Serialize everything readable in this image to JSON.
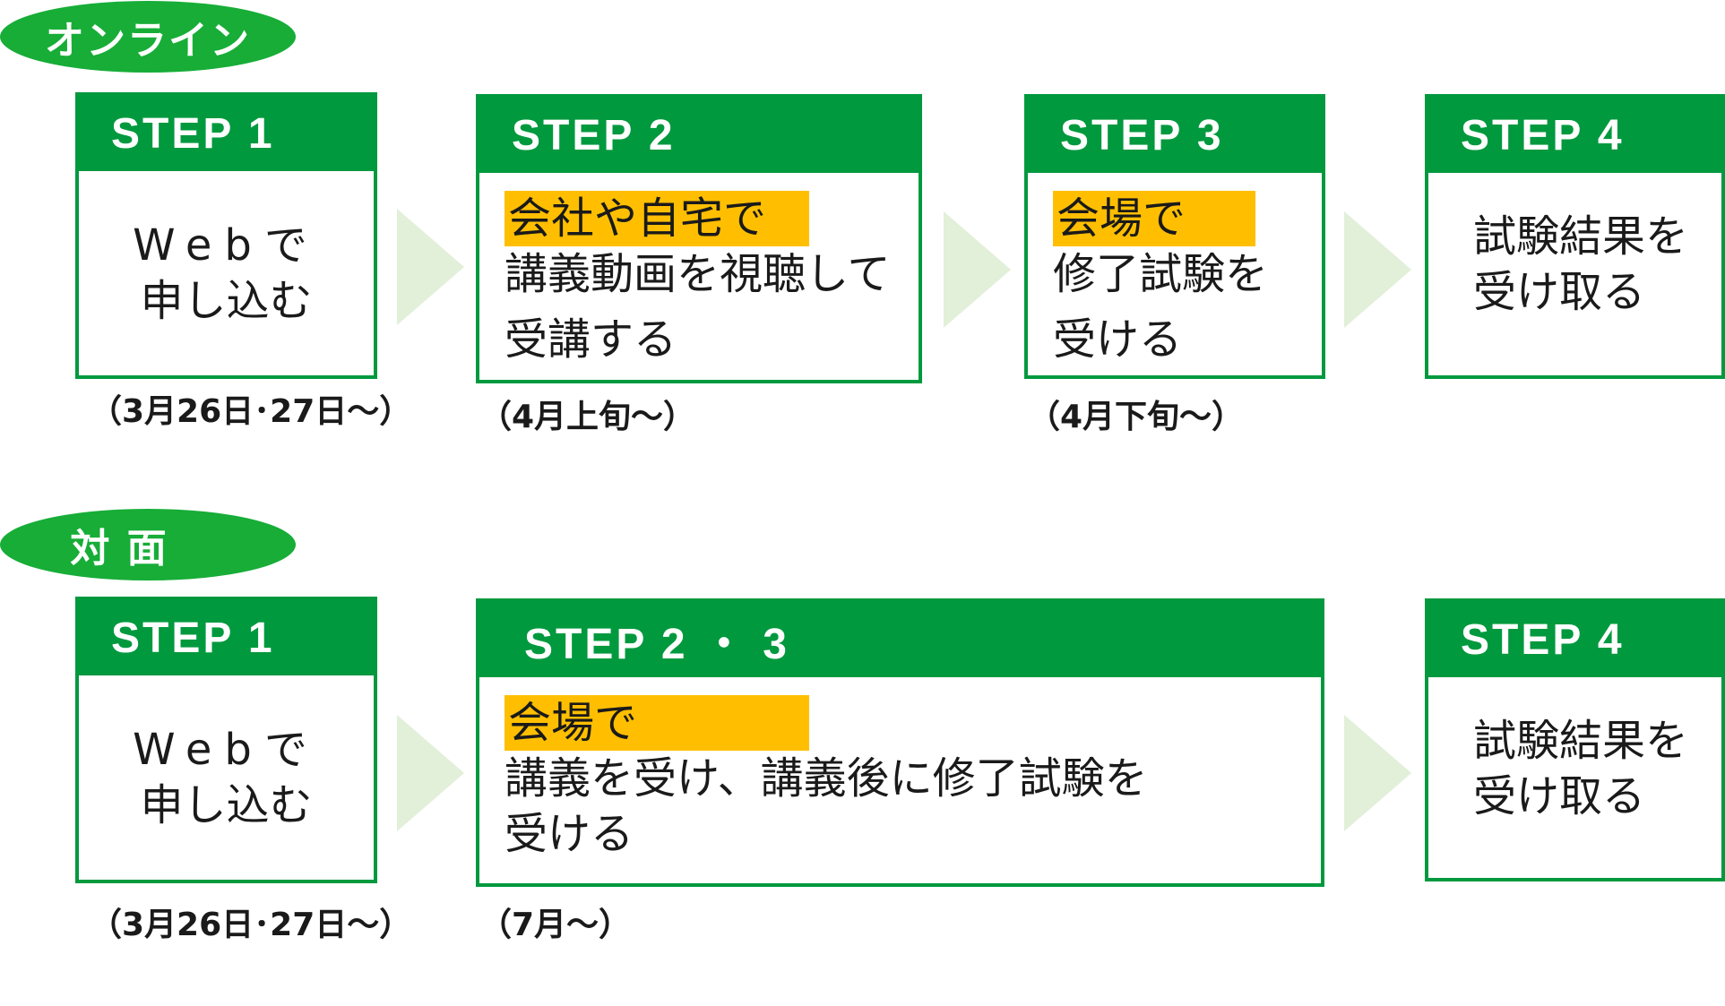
{
  "online": {
    "label": "オンライン",
    "steps": [
      {
        "head": "STEP 1",
        "lines": [
          "Webで",
          "申し込む"
        ],
        "note": "（3月26日･27日～）"
      },
      {
        "head": "STEP 2",
        "highlight": "会社や自宅で",
        "lines": [
          "講義動画を視聴して",
          "受講する"
        ],
        "note": "（4月上旬～）"
      },
      {
        "head": "STEP 3",
        "highlight": "会場で",
        "lines": [
          "修了試験を",
          "受ける"
        ],
        "note": "（4月下旬～）"
      },
      {
        "head": "STEP 4",
        "lines": [
          "試験結果を",
          "受け取る"
        ]
      }
    ]
  },
  "in_person": {
    "label": "対 面",
    "steps": [
      {
        "head": "STEP 1",
        "lines": [
          "Webで",
          "申し込む"
        ],
        "note": "（3月26日･27日～）"
      },
      {
        "head": "STEP 2 ・ 3",
        "highlight": "会場で",
        "lines": [
          "講義を受け、講義後に修了試験を",
          "受ける"
        ],
        "note": "（7月～）"
      },
      {
        "head": "STEP 4",
        "lines": [
          "試験結果を",
          "受け取る"
        ]
      }
    ]
  },
  "colors": {
    "green_header": "#00993e",
    "pill_green": "#17ad37",
    "highlight": "#ffbf00",
    "arrow": "#e2efd9"
  }
}
